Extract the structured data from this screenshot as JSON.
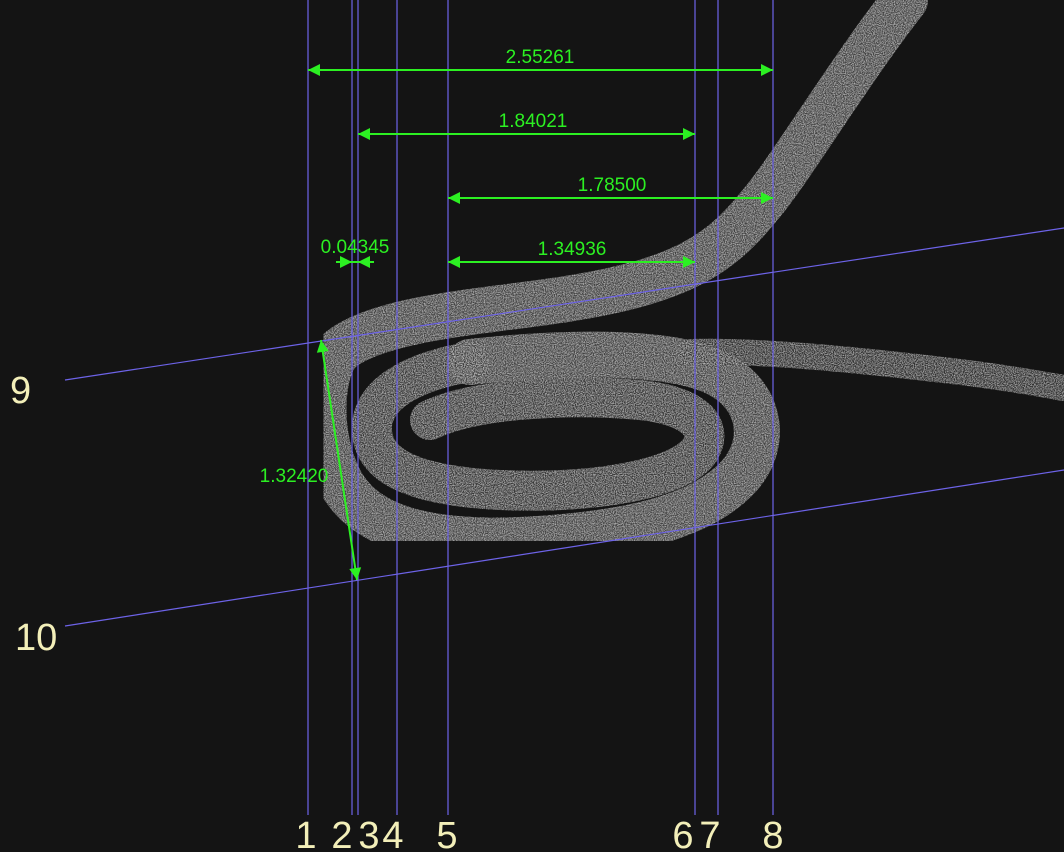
{
  "view": {
    "background": "#141414",
    "guide_color": "#6d63e8",
    "guide_label_color": "#f3efb9",
    "measurement_color": "#2cf022"
  },
  "vertical_guides": [
    {
      "label": "1"
    },
    {
      "label": "2"
    },
    {
      "label": "3"
    },
    {
      "label": "4"
    },
    {
      "label": "5"
    },
    {
      "label": "6"
    },
    {
      "label": "7"
    },
    {
      "label": "8"
    }
  ],
  "oblique_guides": [
    {
      "label": "9"
    },
    {
      "label": "10"
    }
  ],
  "measurements": [
    {
      "label": "2.55261"
    },
    {
      "label": "1.84021"
    },
    {
      "label": "1.78500"
    },
    {
      "label": "0.04345"
    },
    {
      "label": "1.34936"
    },
    {
      "label": "1.32420"
    }
  ]
}
